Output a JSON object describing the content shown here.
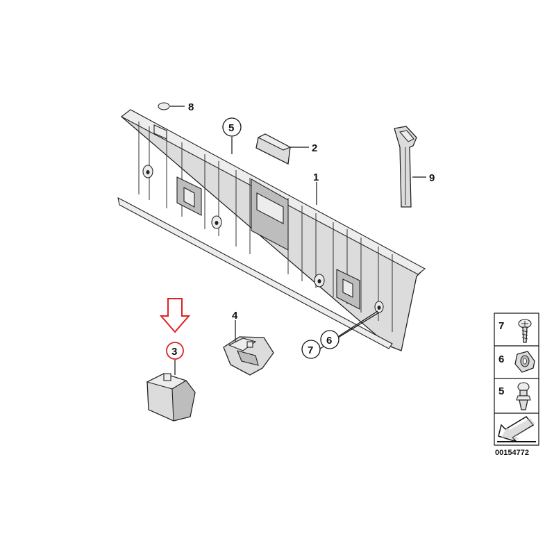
{
  "callouts": [
    {
      "id": "c1",
      "label": "1"
    },
    {
      "id": "c2",
      "label": "2"
    },
    {
      "id": "c3",
      "label": "3"
    },
    {
      "id": "c4",
      "label": "4"
    },
    {
      "id": "c5",
      "label": "5"
    },
    {
      "id": "c6",
      "label": "6"
    },
    {
      "id": "c7",
      "label": "7"
    },
    {
      "id": "c8",
      "label": "8"
    },
    {
      "id": "c9",
      "label": "9"
    }
  ],
  "legend": {
    "items": [
      {
        "label": "7"
      },
      {
        "label": "6"
      },
      {
        "label": "5"
      }
    ]
  },
  "diagram_code": "00154772",
  "colors": {
    "highlight": "#e02020",
    "line": "#111111",
    "part_fill": "#dcdcdc"
  }
}
